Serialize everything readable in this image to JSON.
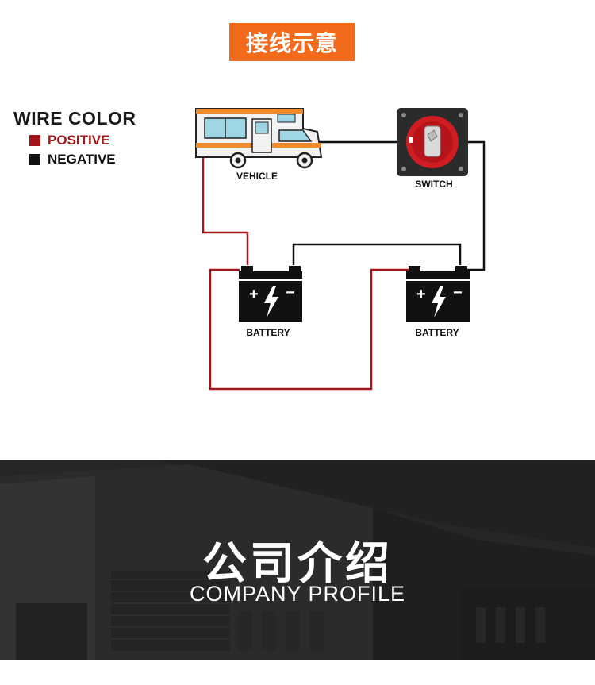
{
  "header": {
    "title": "接线示意"
  },
  "legend": {
    "title": "WIRE COLOR",
    "items": [
      {
        "label": "POSITIVE",
        "color": "#a4161a"
      },
      {
        "label": "NEGATIVE",
        "color": "#111111"
      }
    ]
  },
  "diagram": {
    "vehicle_label": "VEHICLE",
    "switch_label": "SWITCH",
    "battery_left_label": "BATTERY",
    "battery_right_label": "BATTERY",
    "positive_color": "#a4161a",
    "negative_color": "#111111"
  },
  "company_profile": {
    "title_cn": "公司介绍",
    "title_en": "COMPANY PROFILE"
  }
}
